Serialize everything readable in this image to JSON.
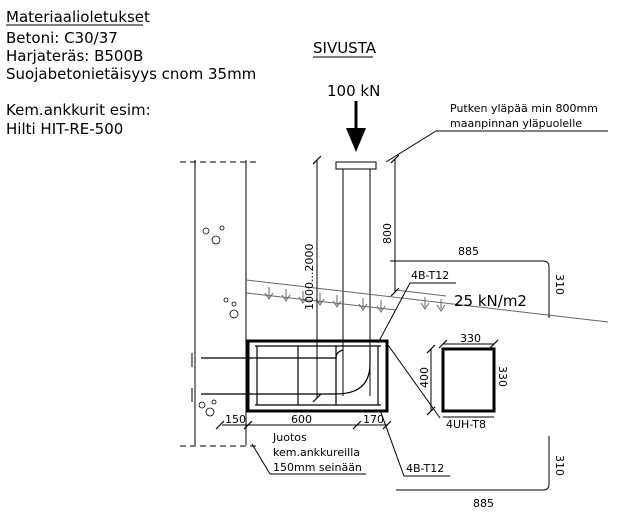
{
  "notes": {
    "heading": "Materiaalioletukset",
    "concrete": "Betoni: C30/37",
    "rebar": "Harjateräs: B500B",
    "cover": "Suojabetonietäisyys cnom 35mm",
    "anchor_label": "Kem.ankkurit esim:",
    "anchor_product": "Hilti HIT-RE-500"
  },
  "view_title": "SIVUSTA",
  "loads": {
    "point_load": "100 kN",
    "distributed_load": "25 kN/m2"
  },
  "annotations": {
    "pipe_top_line1": "Putken yläpää min 800mm",
    "pipe_top_line2": "maanpinnan yläpuolelle",
    "anchor_line1": "Juotos",
    "anchor_line2": "kem.ankkureilla",
    "anchor_line3": "150mm seinään"
  },
  "dimensions": {
    "pipe_above_ground": "800",
    "pipe_length": "1000...2000",
    "slope_top_width": "885",
    "slope_top_height": "310",
    "wall_embed": "150",
    "footing_width": "600",
    "footing_ext": "170",
    "section_width": "330",
    "section_height": "400",
    "section_side": "330",
    "bottom_width": "885",
    "bottom_height": "310"
  },
  "rebar_labels": {
    "top_bars": "4B-T12",
    "bottom_bars": "4B-T12",
    "stirrups": "4UH-T8"
  }
}
